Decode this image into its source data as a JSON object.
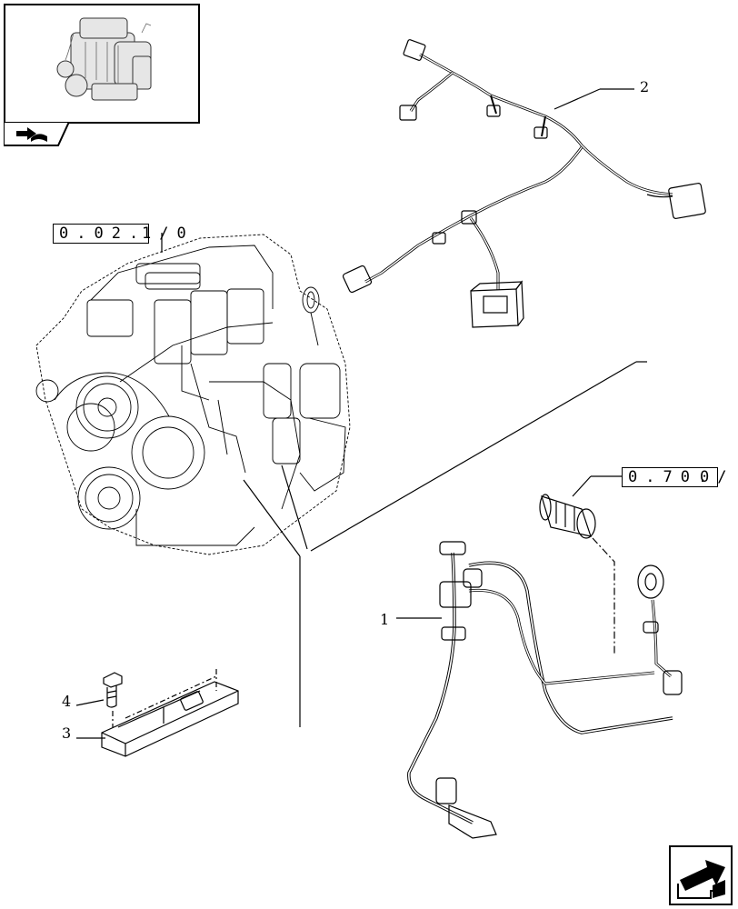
{
  "thumbnail": {
    "icon": "engine-thumbnail-icon",
    "tab_icon": "book-arrow-icon"
  },
  "references": {
    "engine_ref_boxed": "0.02.",
    "engine_ref_tail": "1/0",
    "sensor_ref_boxed": "0.70.",
    "sensor_ref_tail": "0/"
  },
  "callouts": {
    "item_1": "1",
    "item_2": "2",
    "item_3": "3",
    "item_4": "4"
  },
  "navigation": {
    "next_page_icon": "next-page-arrow-icon"
  }
}
